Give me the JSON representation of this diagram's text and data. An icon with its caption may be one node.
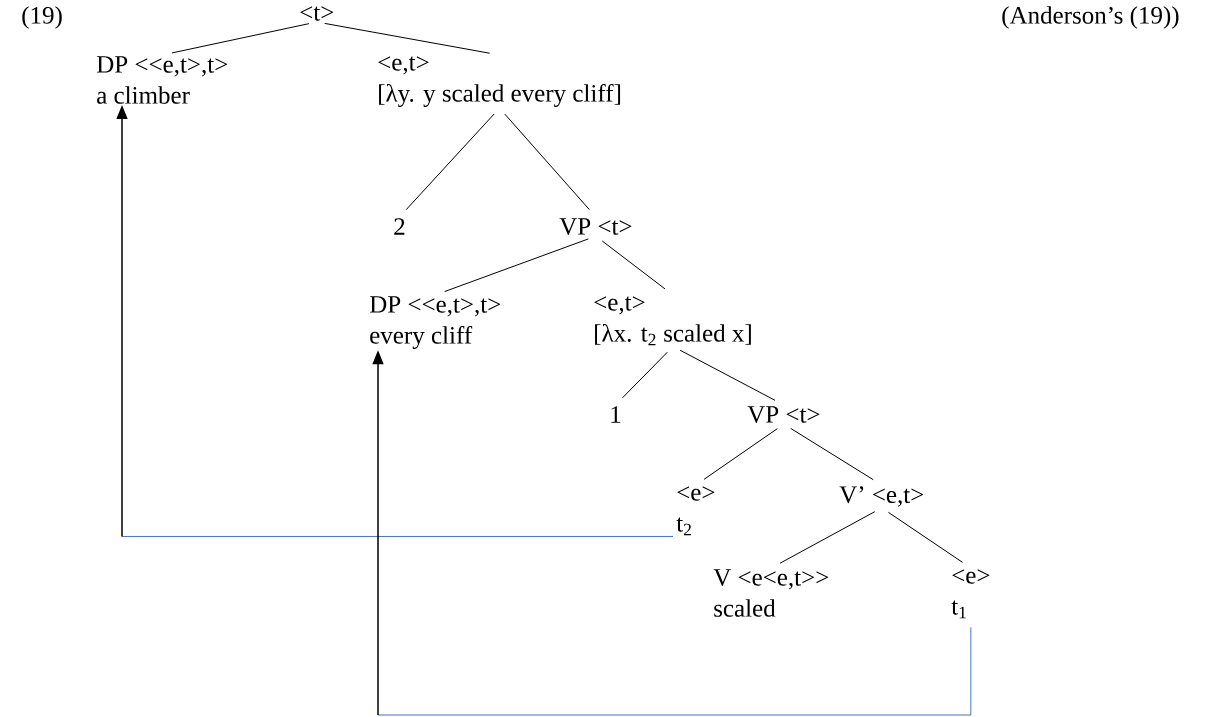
{
  "diagram": {
    "nodes": [
      {
        "text": [
          "<t>"
        ]
      },
      {
        "text": [
          "DP <<e,t>,t>",
          "a climber"
        ]
      },
      {
        "text": [
          "<e,t>",
          "[λy. y scaled every cliff]"
        ]
      },
      {
        "text": [
          "2"
        ]
      },
      {
        "text": [
          "VP <t>"
        ]
      },
      {
        "text": [
          "DP <<e,t>,t>",
          "every cliff"
        ]
      },
      {
        "text": [
          "<e,t>",
          "[λx. t$_{2}$ scaled x]"
        ]
      },
      {
        "text": [
          "1"
        ]
      },
      {
        "text": [
          "VP <t>"
        ]
      },
      {
        "text": [
          "<e>",
          "t$_{2}$"
        ]
      },
      {
        "text": [
          "V’ <e,t>"
        ]
      },
      {
        "text": [
          "V <e<e,t>>",
          "scaled"
        ]
      },
      {
        "text": [
          "<e>",
          "t$_{1}$"
        ]
      }
    ],
    "edges": [
      {
        "from": 0,
        "to": 1,
        "arrow": "none"
      },
      {
        "from": 0,
        "to": 2,
        "arrow": "none"
      },
      {
        "from": 2,
        "to": 3,
        "arrow": "none"
      },
      {
        "from": 2,
        "to": 4,
        "arrow": "none"
      },
      {
        "from": 4,
        "to": 5,
        "arrow": "none"
      },
      {
        "from": 4,
        "to": 6,
        "arrow": "none"
      },
      {
        "from": 6,
        "to": 7,
        "arrow": "none"
      },
      {
        "from": 6,
        "to": 8,
        "arrow": "none"
      },
      {
        "from": 8,
        "to": 9,
        "arrow": "none"
      },
      {
        "from": 8,
        "to": 10,
        "arrow": "none"
      },
      {
        "from": 10,
        "to": 11,
        "arrow": "none"
      },
      {
        "from": 10,
        "to": 12,
        "arrow": "none"
      },
      {
        "from": 9,
        "to": 1,
        "arrow": "to",
        "color": "#4472c4"
      },
      {
        "from": 12,
        "to": 5,
        "arrow": "to",
        "color": "#4472c4"
      }
    ],
    "labels": [
      "(19)",
      "(Anderson’s (19))"
    ]
  }
}
